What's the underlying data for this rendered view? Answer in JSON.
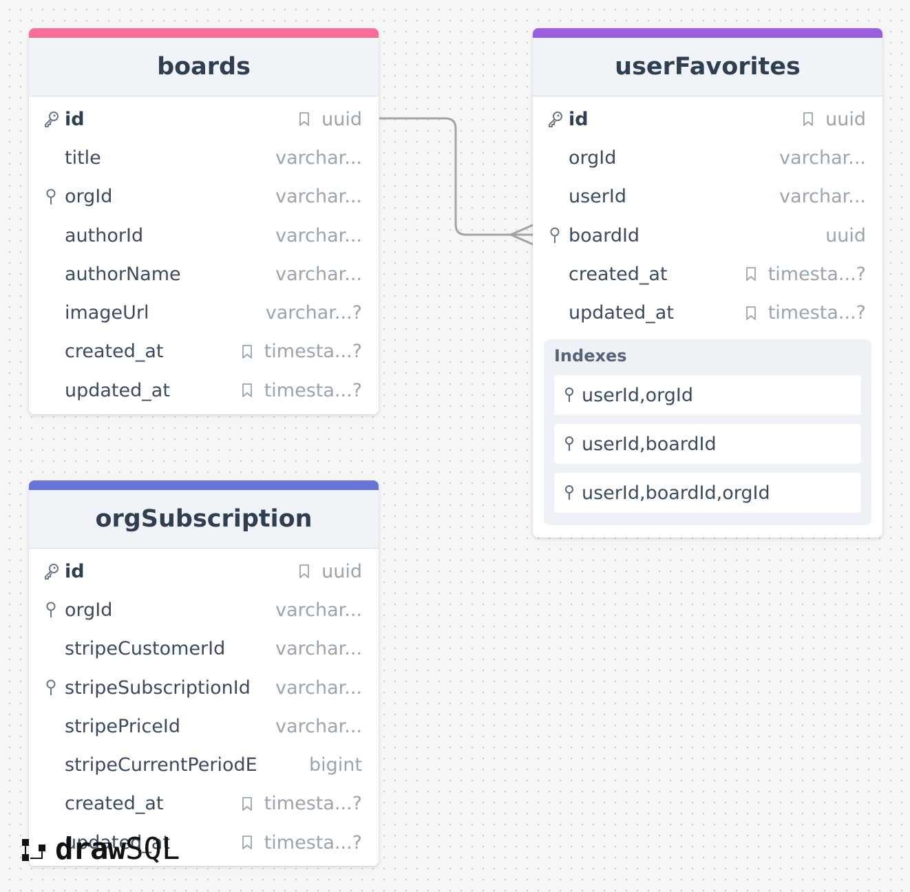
{
  "colors": {
    "boards_accent": "#f56f99",
    "userFavorites_accent": "#9a5fdf",
    "orgSubscription_accent": "#6875d4"
  },
  "tables": {
    "boards": {
      "title": "boards",
      "columns": [
        {
          "name": "id",
          "type": "uuid",
          "key": "primary",
          "nullable_icon": true
        },
        {
          "name": "title",
          "type": "varchar..."
        },
        {
          "name": "orgId",
          "type": "varchar...",
          "key": "index"
        },
        {
          "name": "authorId",
          "type": "varchar..."
        },
        {
          "name": "authorName",
          "type": "varchar..."
        },
        {
          "name": "imageUrl",
          "type": "varchar...?"
        },
        {
          "name": "created_at",
          "type": "timesta...?",
          "nullable_icon": true
        },
        {
          "name": "updated_at",
          "type": "timesta...?",
          "nullable_icon": true
        }
      ]
    },
    "userFavorites": {
      "title": "userFavorites",
      "columns": [
        {
          "name": "id",
          "type": "uuid",
          "key": "primary",
          "nullable_icon": true
        },
        {
          "name": "orgId",
          "type": "varchar..."
        },
        {
          "name": "userId",
          "type": "varchar..."
        },
        {
          "name": "boardId",
          "type": "uuid",
          "key": "index"
        },
        {
          "name": "created_at",
          "type": "timesta...?",
          "nullable_icon": true
        },
        {
          "name": "updated_at",
          "type": "timesta...?",
          "nullable_icon": true
        }
      ],
      "indexes_title": "Indexes",
      "indexes": [
        "userId,orgId",
        "userId,boardId",
        "userId,boardId,orgId"
      ]
    },
    "orgSubscription": {
      "title": "orgSubscription",
      "columns": [
        {
          "name": "id",
          "type": "uuid",
          "key": "primary",
          "nullable_icon": true
        },
        {
          "name": "orgId",
          "type": "varchar...",
          "key": "index"
        },
        {
          "name": "stripeCustomerId",
          "type": "varchar..."
        },
        {
          "name": "stripeSubscriptionId",
          "type": "varchar...",
          "key": "index"
        },
        {
          "name": "stripePriceId",
          "type": "varchar..."
        },
        {
          "name": "stripeCurrentPeriodEnd",
          "type": "bigint"
        },
        {
          "name": "created_at",
          "type": "timesta...?",
          "nullable_icon": true
        },
        {
          "name": "updated_at",
          "type": "timesta...?",
          "nullable_icon": true
        }
      ]
    }
  },
  "relationships": [
    {
      "from": "boards.id",
      "to": "userFavorites.boardId",
      "cardinality": "one-to-many"
    }
  ],
  "logo": {
    "part1": "draw",
    "part2": "SQL"
  }
}
